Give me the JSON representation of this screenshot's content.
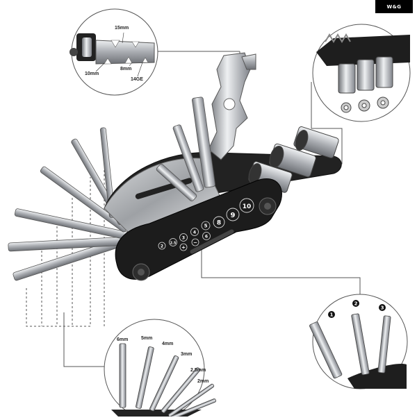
{
  "brand": {
    "text": "W&G"
  },
  "callout_top_left": {
    "labels": {
      "a": "15mm",
      "b": "10mm",
      "c": "8mm",
      "d": "14GE"
    }
  },
  "callout_bottom_left": {
    "hex_sizes": [
      "6mm",
      "5mm",
      "4mm",
      "3mm",
      "2.5mm",
      "2mm"
    ]
  },
  "callout_bottom_right": {
    "bits": [
      "1",
      "2",
      "3"
    ]
  },
  "tool_body": {
    "size_marks": [
      "2",
      "2.5",
      "3",
      "4",
      "5",
      "6",
      "8",
      "9",
      "10"
    ],
    "circle_marks": [
      "+",
      "−"
    ]
  },
  "colors": {
    "body": "#1c1c1c",
    "steel": "#b9bcc0",
    "line": "#555555"
  }
}
